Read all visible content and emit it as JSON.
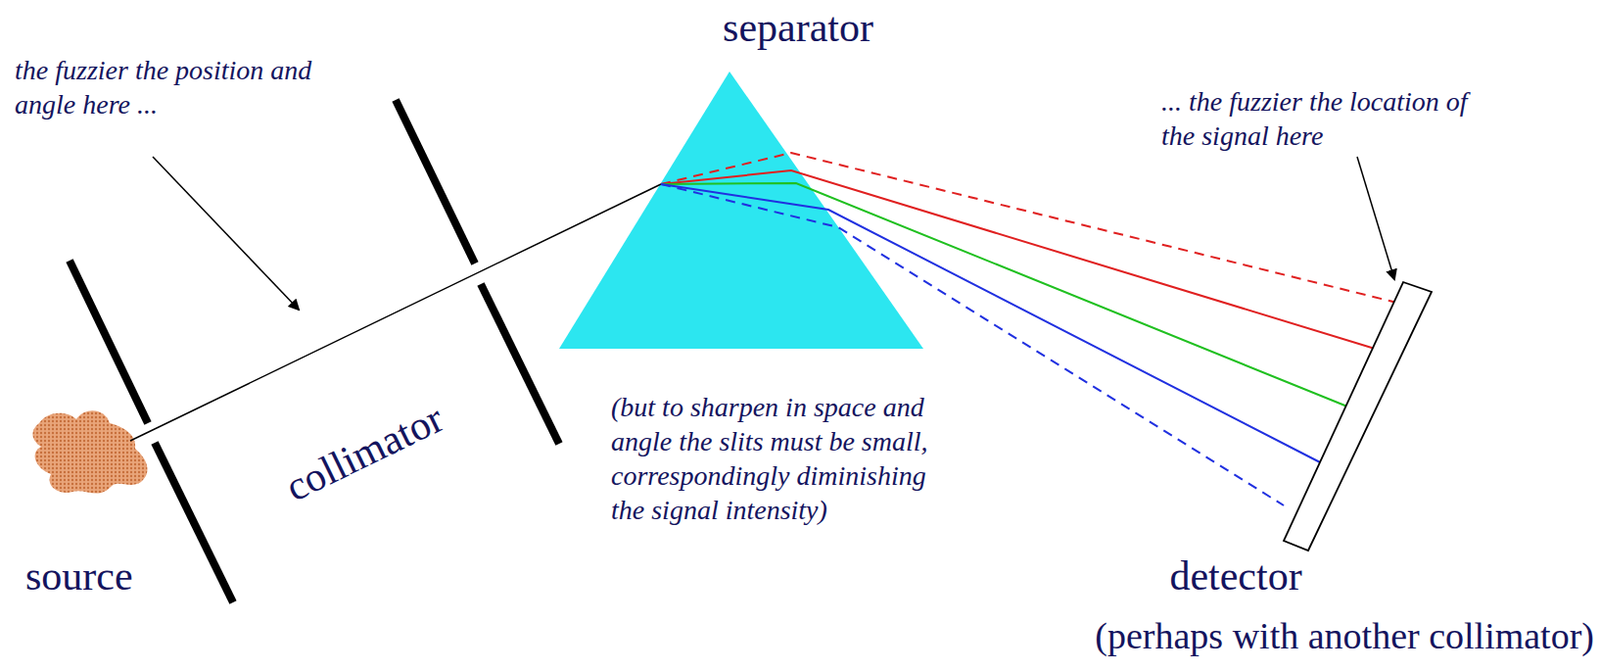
{
  "diagram": {
    "labels": [
      "the fuzzier the position and angle here ...",
      "... the fuzzier the location of the signal here",
      "separator",
      "collimator",
      "(but to sharpen in space and angle the slits must be small, correspondingly diminishing the signal intensity)",
      "source",
      "detector",
      "(perhaps with another collimator)"
    ]
  }
}
